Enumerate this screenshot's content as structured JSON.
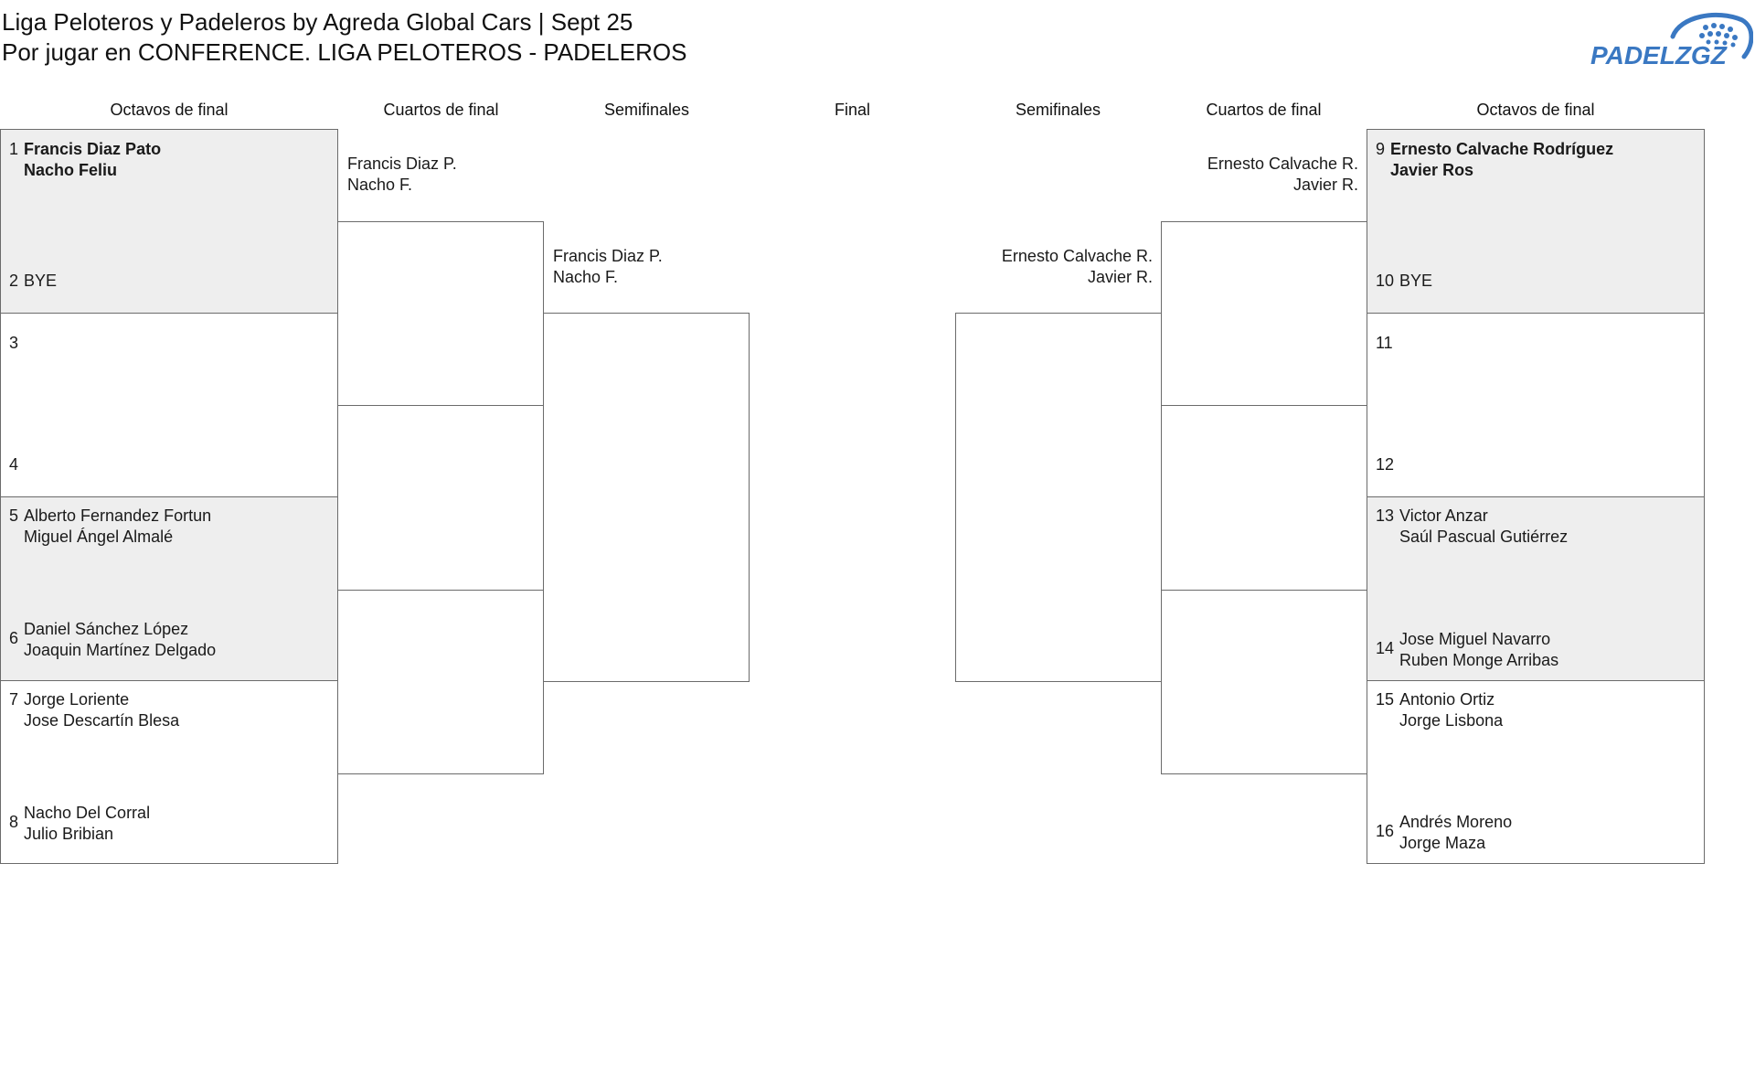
{
  "header": {
    "title": "Liga Peloteros y Padeleros by Agreda Global Cars | Sept 25",
    "subtitle": "Por jugar en CONFERENCE. LIGA PELOTEROS - PADELEROS",
    "logo_text": "PADELZGZ"
  },
  "rounds": {
    "left_octavos": "Octavos de final",
    "left_cuartos": "Cuartos de final",
    "left_semis": "Semifinales",
    "final": "Final",
    "right_semis": "Semifinales",
    "right_cuartos": "Cuartos de final",
    "right_octavos": "Octavos de final"
  },
  "seeds": {
    "s1": {
      "num": "1",
      "p1": "Francis Diaz Pato",
      "p2": "Nacho Feliu"
    },
    "s2": {
      "num": "2",
      "p1": "BYE",
      "p2": ""
    },
    "s3": {
      "num": "3",
      "p1": "",
      "p2": ""
    },
    "s4": {
      "num": "4",
      "p1": "",
      "p2": ""
    },
    "s5": {
      "num": "5",
      "p1": "Alberto Fernandez Fortun",
      "p2": "Miguel Ángel Almalé"
    },
    "s6": {
      "num": "6",
      "p1": "Daniel Sánchez López",
      "p2": "Joaquin Martínez Delgado"
    },
    "s7": {
      "num": "7",
      "p1": "Jorge Loriente",
      "p2": "Jose Descartín Blesa"
    },
    "s8": {
      "num": "8",
      "p1": "Nacho Del Corral",
      "p2": "Julio Bribian"
    },
    "s9": {
      "num": "9",
      "p1": "Ernesto Calvache Rodríguez",
      "p2": "Javier Ros"
    },
    "s10": {
      "num": "10",
      "p1": "BYE",
      "p2": ""
    },
    "s11": {
      "num": "11",
      "p1": "",
      "p2": ""
    },
    "s12": {
      "num": "12",
      "p1": "",
      "p2": ""
    },
    "s13": {
      "num": "13",
      "p1": "Victor Anzar",
      "p2": "Saúl Pascual Gutiérrez"
    },
    "s14": {
      "num": "14",
      "p1": "Jose Miguel Navarro",
      "p2": "Ruben Monge Arribas"
    },
    "s15": {
      "num": "15",
      "p1": "Antonio Ortiz",
      "p2": "Jorge Lisbona"
    },
    "s16": {
      "num": "16",
      "p1": "Andrés Moreno",
      "p2": "Jorge Maza"
    }
  },
  "advanced": {
    "left_qf1": {
      "p1": "Francis Diaz P.",
      "p2": "Nacho F."
    },
    "left_sf1": {
      "p1": "Francis Diaz P.",
      "p2": "Nacho F."
    },
    "right_qf1": {
      "p1": "Ernesto Calvache R.",
      "p2": "Javier R."
    },
    "right_sf1": {
      "p1": "Ernesto Calvache R.",
      "p2": "Javier R."
    }
  },
  "colors": {
    "shaded_match": "#eeeeee",
    "border": "#6b6b6b",
    "logo_blue": "#3a78c2"
  }
}
